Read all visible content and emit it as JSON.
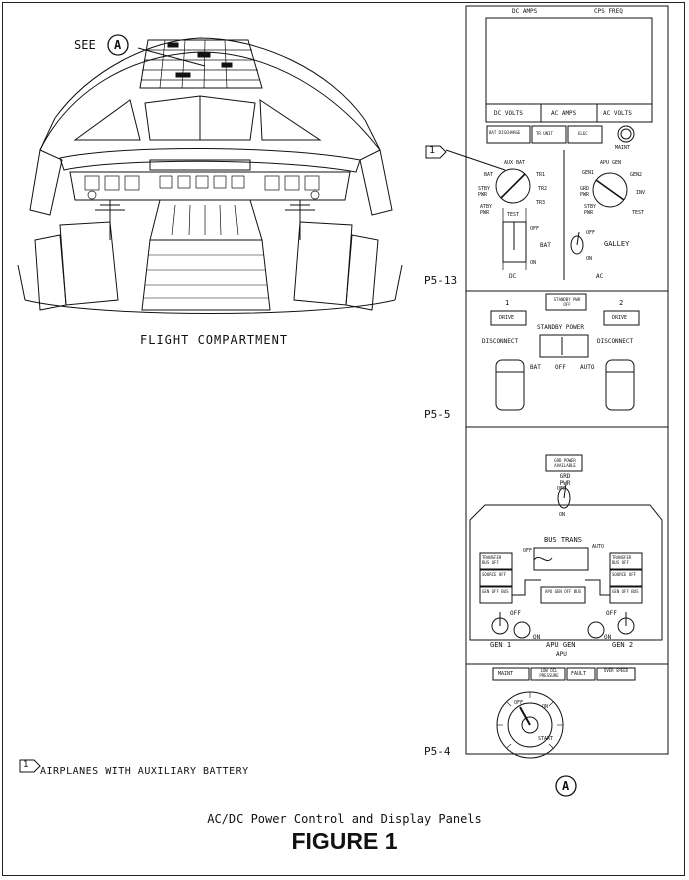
{
  "see_label": "SEE",
  "callout_letter": "A",
  "flight_compartment_title": "FLIGHT COMPARTMENT",
  "note": {
    "number": "1",
    "text": "AIRPLANES WITH AUXILIARY BATTERY"
  },
  "caption": "AC/DC Power Control and Display Panels",
  "figure_title": "FIGURE 1",
  "panel_labels": {
    "p5_13": "P5-13",
    "p5_5": "P5-5",
    "p5_4": "P5-4"
  },
  "p5_13": {
    "dc_amps": "DC AMPS",
    "cps_freq": "CPS FREQ",
    "dc_volts": "DC VOLTS",
    "ac_amps": "AC AMPS",
    "ac_volts": "AC VOLTS",
    "btn_discharge": "BAT DISCHARGE",
    "btn_tr_unit": "TR UNIT",
    "btn_elec": "ELEC",
    "maint": "MAINT",
    "dc_sel": {
      "aux_bat": "AUX BAT",
      "bat": "BAT",
      "tr1": "TR1",
      "tr2": "TR2",
      "tr3": "TR3",
      "stby_pwr": "STBY PWR",
      "test": "TEST",
      "atby": "ATBY PWR"
    },
    "ac_sel": {
      "apu_gen": "APU GEN",
      "gen1": "GEN1",
      "gen2": "GEN2",
      "grd_pwr": "GRD PWR",
      "inv": "INV",
      "stby_pwr": "STBY PWR",
      "test": "TEST"
    },
    "bat_off": "OFF",
    "bat": "BAT",
    "bat_on": "ON",
    "galley_off": "OFF",
    "galley": "GALLEY",
    "galley_on": "ON",
    "dc": "DC",
    "ac": "AC"
  },
  "p5_5": {
    "num1": "1",
    "num2": "2",
    "drive1": "DRIVE",
    "drive2": "DRIVE",
    "standby_pwr_off": "STANDBY PWR OFF",
    "standby_power": "STANDBY POWER",
    "disconnect1": "DISCONNECT",
    "disconnect2": "DISCONNECT",
    "bat": "BAT",
    "off": "OFF",
    "auto": "AUTO"
  },
  "p5_4": {
    "grd_power_available": "GRD POWER AVAILABLE",
    "grd_pwr": "GRD PWR",
    "off": "OFF",
    "on": "ON",
    "bus_trans": "BUS TRANS",
    "bus_off": "OFF",
    "bus_auto": "AUTO",
    "transfer_bus_off_l": "TRANSFER BUS OFF",
    "transfer_bus_off_r": "TRANSFER BUS OFF",
    "source_off_l": "SOURCE OFF",
    "source_off_r": "SOURCE OFF",
    "gen_off_bus_l": "GEN OFF BUS",
    "gen_off_bus_r": "GEN OFF BUS",
    "apu_gen_off_bus": "APU GEN OFF BUS",
    "gen1": "GEN 1",
    "apu_gen": "APU GEN",
    "gen2": "GEN 2",
    "sw_off1": "OFF",
    "sw_on1": "ON",
    "sw_off2": "OFF",
    "sw_on2": "ON",
    "apu": "APU",
    "maint": "MAINT",
    "low_oil": "LOW OIL PRESSURE",
    "fault": "FAULT",
    "over_speed": "OVER SPEED",
    "apu_sel_off": "OFF",
    "apu_sel_on": "ON",
    "apu_sel_start": "START"
  }
}
